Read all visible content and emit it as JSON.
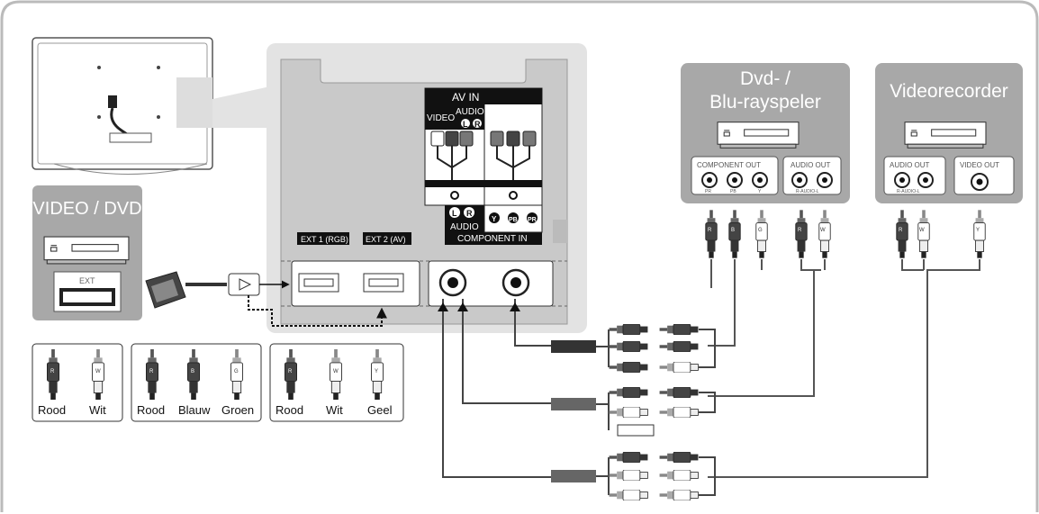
{
  "diagram": {
    "source_panel": {
      "title": "VIDEO / DVD",
      "port": "EXT"
    },
    "tv_panel": {
      "av_in": "AV IN",
      "video": "VIDEO",
      "audio_top": "AUDIO",
      "audio_bottom": "AUDIO",
      "component_in": "COMPONENT IN",
      "ext1": "EXT 1 (RGB)",
      "ext2": "EXT 2 (AV)",
      "l": "L",
      "r": "R",
      "y": "Y",
      "pb": "PB",
      "pr": "PR"
    },
    "dvd_panel": {
      "title_line1": "Dvd- /",
      "title_line2": "Blu-rayspeler",
      "component_out": "COMPONENT OUT",
      "audio_out": "AUDIO OUT",
      "audio_sub": "R-AUDIO-L",
      "pr": "PR",
      "pb": "PB",
      "y": "Y"
    },
    "vcr_panel": {
      "title": "Videorecorder",
      "audio_out": "AUDIO OUT",
      "video_out": "VIDEO OUT",
      "audio_sub": "R-AUDIO-L"
    },
    "legend": [
      {
        "labels": [
          "Rood",
          "Wit"
        ]
      },
      {
        "labels": [
          "Rood",
          "Blauw",
          "Groen"
        ]
      },
      {
        "labels": [
          "Rood",
          "Wit",
          "Geel"
        ]
      }
    ],
    "plug_letters": {
      "red": "R",
      "white": "W",
      "blue": "B",
      "green": "G",
      "yellow": "Y"
    }
  }
}
